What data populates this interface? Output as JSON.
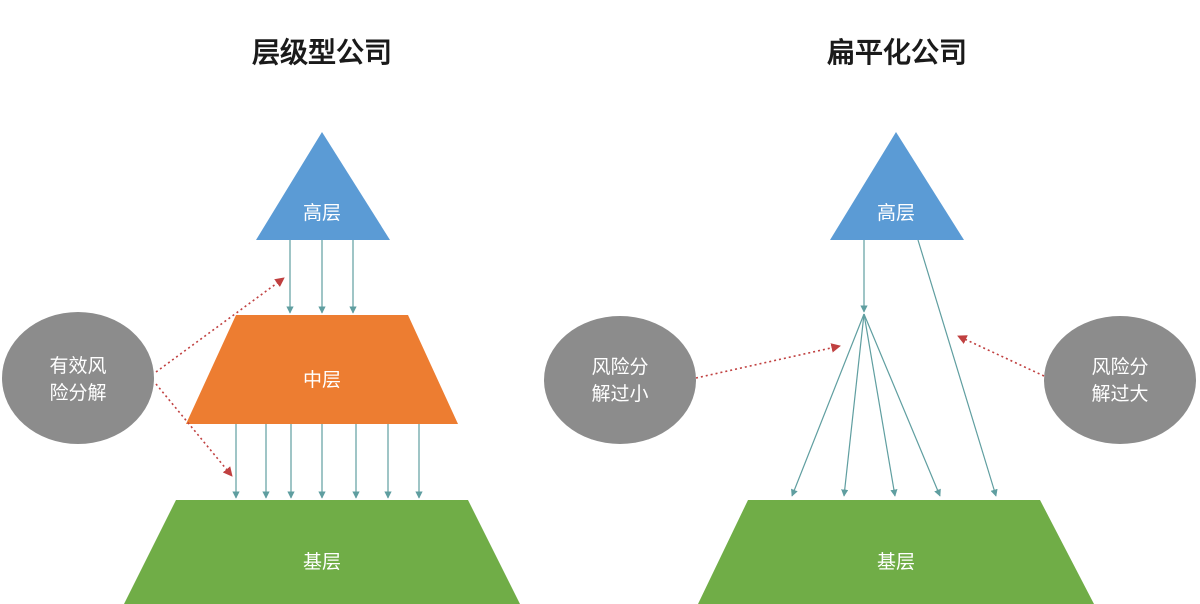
{
  "hierarchical": {
    "title": "层级型公司",
    "top_label": "高层",
    "middle_label": "中层",
    "bottom_label": "基层",
    "bubble_lines": [
      "有效风",
      "险分解"
    ]
  },
  "flat": {
    "title": "扁平化公司",
    "top_label": "高层",
    "bottom_label": "基层",
    "bubble_left_lines": [
      "风险分",
      "解过小"
    ],
    "bubble_right_lines": [
      "风险分",
      "解过大"
    ]
  },
  "colors": {
    "top_blue": "#5b9bd5",
    "middle_orange": "#ed7d31",
    "bottom_green": "#70ad47",
    "bubble_gray": "#8c8c8c",
    "arrow_teal": "#5f9ea0",
    "dotted_red": "#c04040"
  }
}
